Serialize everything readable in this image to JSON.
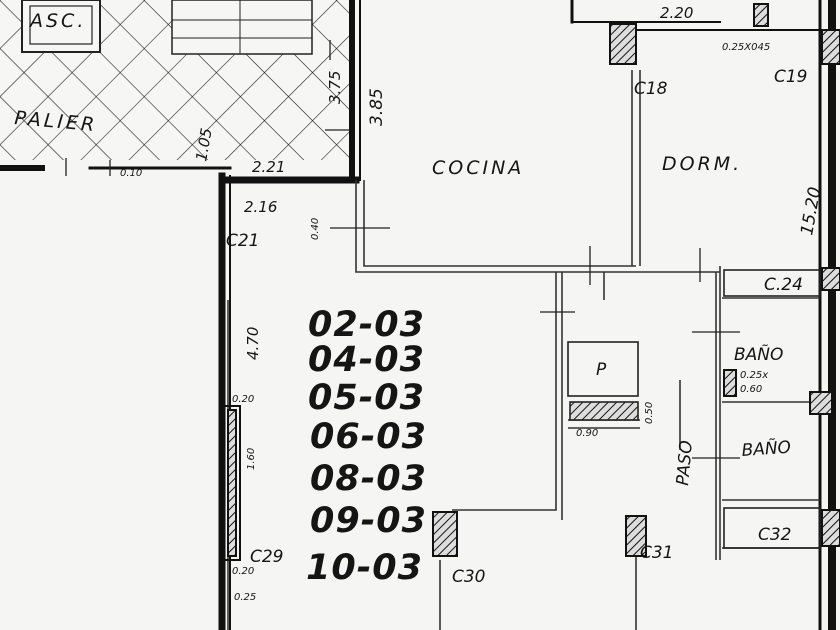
{
  "rooms": {
    "asc": "ASC.",
    "palier": "PALIER",
    "cocina": "COCINA",
    "dorm": "DORM.",
    "bano_1": "BAÑO",
    "bano_2": "BAÑO",
    "paso": "PASO",
    "p": "P"
  },
  "columns": {
    "c18": "C18",
    "c19": "C19",
    "c21": "C21",
    "c24": "C.24",
    "c29": "C29",
    "c30": "C30",
    "c31": "C31",
    "c32": "C32"
  },
  "dimensions": {
    "d_2_20": "2.20",
    "d_025x045": "0.25X045",
    "d_3_75": "3.75",
    "d_3_85": "3.85",
    "d_15_20": "15.20",
    "d_2_21": "2.21",
    "d_2_16": "2.16",
    "d_0_40": "0.40",
    "d_1_05": "1.05",
    "d_0_10": "0.10",
    "d_4_70": "4.70",
    "d_0_20_a": "0.20",
    "d_1_60": "1.60",
    "d_0_20_b": "0.20",
    "d_0_25": "0.25",
    "d_0_90": "0.90",
    "d_0_50": "0.50",
    "d_0_25x_l1": "0.25x",
    "d_0_25x_l2": "0.60"
  },
  "units": [
    "02-03",
    "04-03",
    "05-03",
    "06-03",
    "08-03",
    "09-03",
    "10-03"
  ]
}
